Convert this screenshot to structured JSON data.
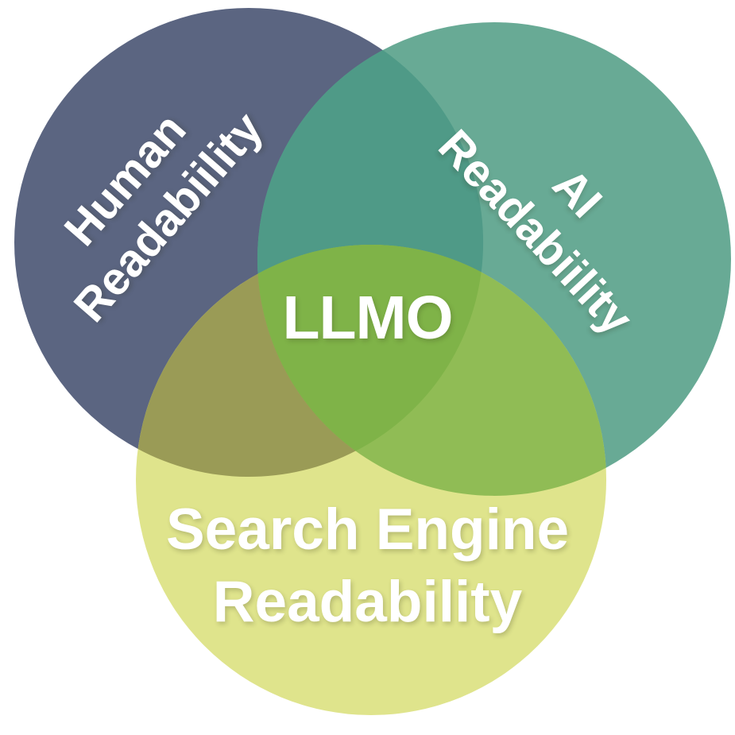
{
  "colors": {
    "background": "#ffffff",
    "human_circle": "#5b6581",
    "ai_circle": "#68aa95",
    "search_circle": "#dfe48c",
    "human_ai_overlap": "#4f9a87",
    "human_search_overlap": "#9a9b56",
    "ai_search_overlap": "#90bc55",
    "center_overlap": "#7fb348",
    "label_text": "#ffffff"
  },
  "venn": {
    "human": {
      "line1": "Human",
      "line2": "Readabiility"
    },
    "ai": {
      "line1": "AI",
      "line2": "Readabiility"
    },
    "search": {
      "line1": "Search Engine",
      "line2": "Readability"
    },
    "center": {
      "label": "LLMO"
    }
  }
}
